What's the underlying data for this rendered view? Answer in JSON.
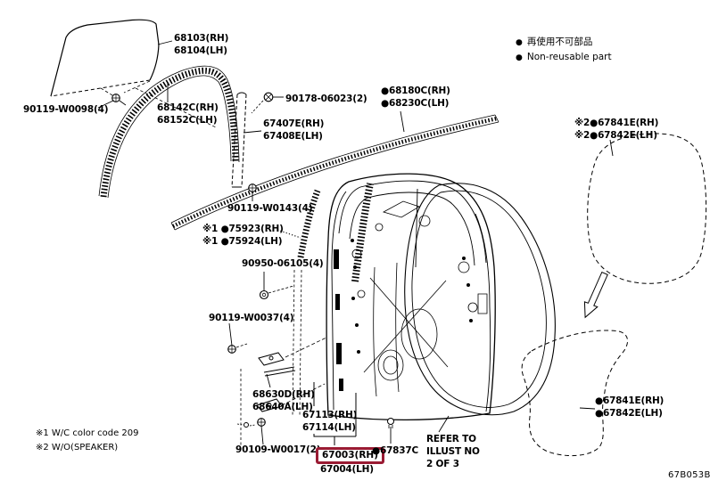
{
  "legend": {
    "items": [
      {
        "marker": "●",
        "label": "再使用不可部品"
      },
      {
        "marker": "●",
        "label": "Non-reusable part"
      }
    ]
  },
  "footnotes": {
    "line1": "※1 W/C color code 209",
    "line2": "※2 W/O(SPEAKER)"
  },
  "diagram_code": "67B053B",
  "colors": {
    "highlight_box": "#9a1b33",
    "line_art": "#000000",
    "background": "#ffffff"
  },
  "parts": {
    "door_glass": {
      "lines": [
        "68103(RH)",
        "68104(LH)"
      ]
    },
    "glass_bolt": {
      "lines": [
        "90119-W0098(4)"
      ]
    },
    "glass_run": {
      "lines": [
        "68142C(RH)",
        "68152C(LH)"
      ]
    },
    "frame_clip": {
      "lines": [
        "90178-06023(2)"
      ]
    },
    "frame_moulding": {
      "lines": [
        "67407E(RH)",
        "67408E(LH)"
      ]
    },
    "belt_moulding": {
      "lines": [
        "●68180C(RH)",
        "●68230C(LH)"
      ]
    },
    "quarter_trim_upper": {
      "lines": [
        "※2●67841E(RH)",
        "※2●67842E(LH)"
      ]
    },
    "frame_screw": {
      "lines": [
        "90119-W0143(4)"
      ]
    },
    "pillar_tape": {
      "lines": [
        "※1 ●75923(RH)",
        "※1 ●75924(LH)"
      ]
    },
    "grommet": {
      "lines": [
        "90950-06105(4)"
      ]
    },
    "hinge_bolt": {
      "lines": [
        "90119-W0037(4)"
      ]
    },
    "door_check": {
      "lines": [
        "68630D(RH)",
        "68640A(LH)"
      ]
    },
    "door_panel_sub": {
      "lines": [
        "67113(RH)",
        "67114(LH)"
      ]
    },
    "check_screw": {
      "lines": [
        "90109-W0017(2)"
      ]
    },
    "door_panel_main": {
      "highlighted": "67003(RH)",
      "second": "67004(LH)"
    },
    "door_clip": {
      "lines": [
        "●67837C"
      ]
    },
    "weatherstrip_note": {
      "lines": [
        "REFER TO",
        "ILLUST NO",
        "2 OF 3"
      ]
    },
    "quarter_trim_lower": {
      "lines": [
        "●67841E(RH)",
        "●67842E(LH)"
      ]
    }
  }
}
